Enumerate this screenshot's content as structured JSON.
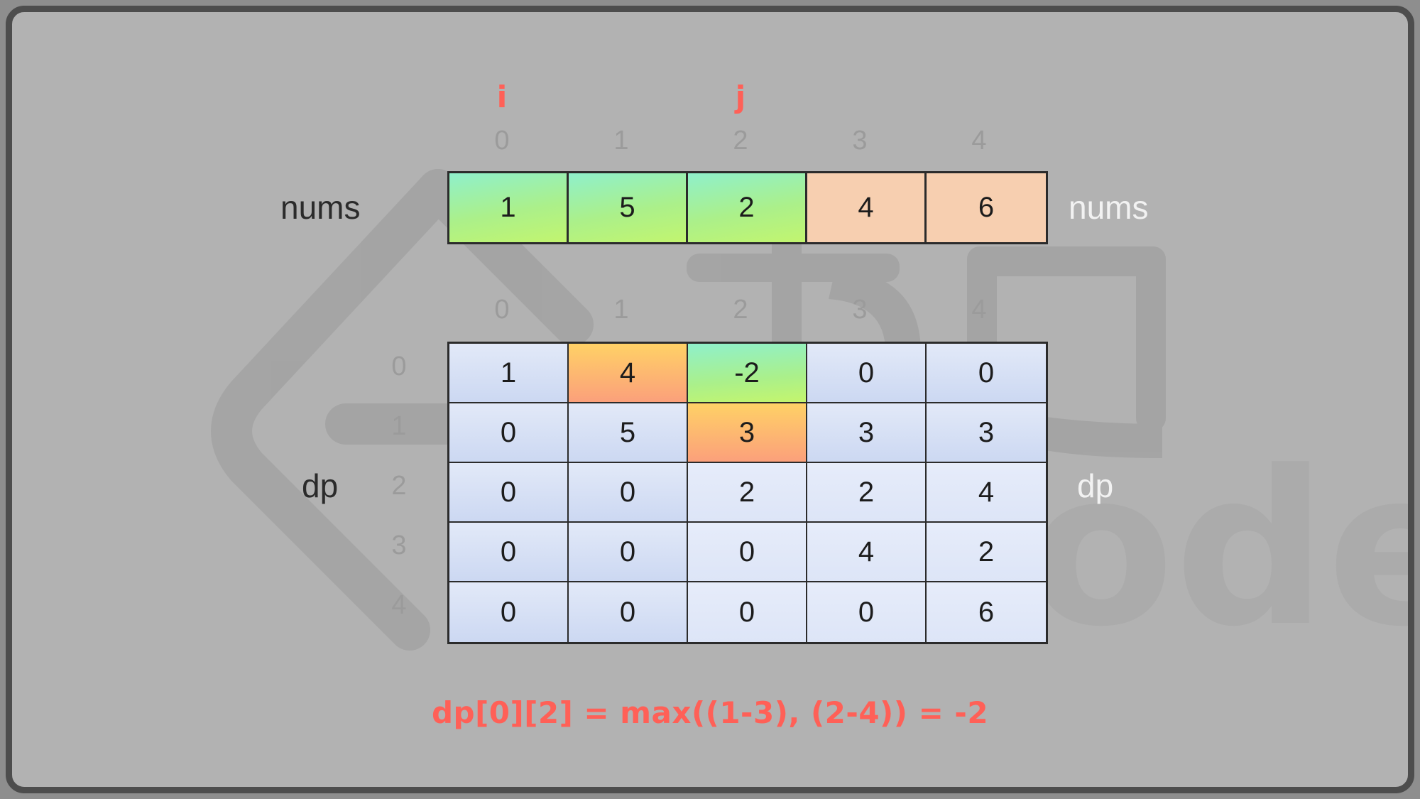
{
  "background_color": "#b2b2b2",
  "frame_border_color": "#4d4d4d",
  "accent_color": "#ff6057",
  "pointers": [
    {
      "name": "i",
      "label": "i",
      "column": 0
    },
    {
      "name": "j",
      "label": "j",
      "column": 2
    }
  ],
  "nums_section": {
    "label_left": "nums",
    "label_right": "nums",
    "column_headers": [
      "0",
      "1",
      "2",
      "3",
      "4"
    ],
    "values": [
      "1",
      "5",
      "2",
      "4",
      "6"
    ],
    "cell_styles": [
      "green",
      "green",
      "green",
      "peach",
      "peach"
    ]
  },
  "dp_section": {
    "label_left": "dp",
    "label_right": "dp",
    "column_headers": [
      "0",
      "1",
      "2",
      "3",
      "4"
    ],
    "row_headers": [
      "0",
      "1",
      "2",
      "3",
      "4"
    ],
    "rows": [
      {
        "values": [
          "1",
          "4",
          "-2",
          "0",
          "0"
        ],
        "styles": [
          "blue",
          "orange",
          "lime",
          "blue",
          "blue"
        ]
      },
      {
        "values": [
          "0",
          "5",
          "3",
          "3",
          "3"
        ],
        "styles": [
          "blue",
          "blue",
          "orange",
          "blue",
          "blue"
        ]
      },
      {
        "values": [
          "0",
          "0",
          "2",
          "2",
          "4"
        ],
        "styles": [
          "blue",
          "blue",
          "blue2",
          "blue2",
          "blue2"
        ]
      },
      {
        "values": [
          "0",
          "0",
          "0",
          "4",
          "2"
        ],
        "styles": [
          "blue",
          "blue",
          "blue2",
          "blue2",
          "blue2"
        ]
      },
      {
        "values": [
          "0",
          "0",
          "0",
          "0",
          "6"
        ],
        "styles": [
          "blue",
          "blue",
          "blue2",
          "blue2",
          "blue2"
        ]
      }
    ]
  },
  "caption": {
    "text": "dp[0][2] = max((1-3), (2-4)) = -2"
  },
  "watermark": {
    "name": "leetcode-logo-watermark"
  },
  "chart_data": {
    "type": "table",
    "title": "dp[0][2] = max((1-3), (2-4)) = -2",
    "nums": [
      1,
      5,
      2,
      4,
      6
    ],
    "dp": [
      [
        1,
        4,
        -2,
        0,
        0
      ],
      [
        0,
        5,
        3,
        3,
        3
      ],
      [
        0,
        0,
        2,
        2,
        4
      ],
      [
        0,
        0,
        0,
        4,
        2
      ],
      [
        0,
        0,
        0,
        0,
        6
      ]
    ],
    "pointer_i": 0,
    "pointer_j": 2,
    "highlighted_cells": [
      {
        "row": 0,
        "col": 1,
        "value": 4,
        "color": "orange"
      },
      {
        "row": 0,
        "col": 2,
        "value": -2,
        "color": "lime"
      },
      {
        "row": 1,
        "col": 2,
        "value": 3,
        "color": "orange"
      }
    ],
    "xlabel": "j",
    "ylabel": "i"
  }
}
